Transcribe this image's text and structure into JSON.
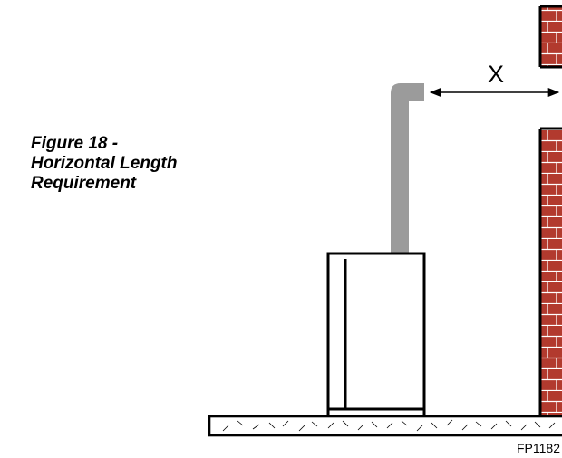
{
  "figure": {
    "caption_lines": [
      "Figure 18 -",
      "Horizontal Length",
      "Requirement"
    ]
  },
  "diagram": {
    "dimension_label": "X",
    "reference_code": "FP1182",
    "colors": {
      "brick": "#b23a2e",
      "mortar": "#ffffff",
      "vent_pipe": "#9b9b9b",
      "outline": "#000000"
    }
  }
}
